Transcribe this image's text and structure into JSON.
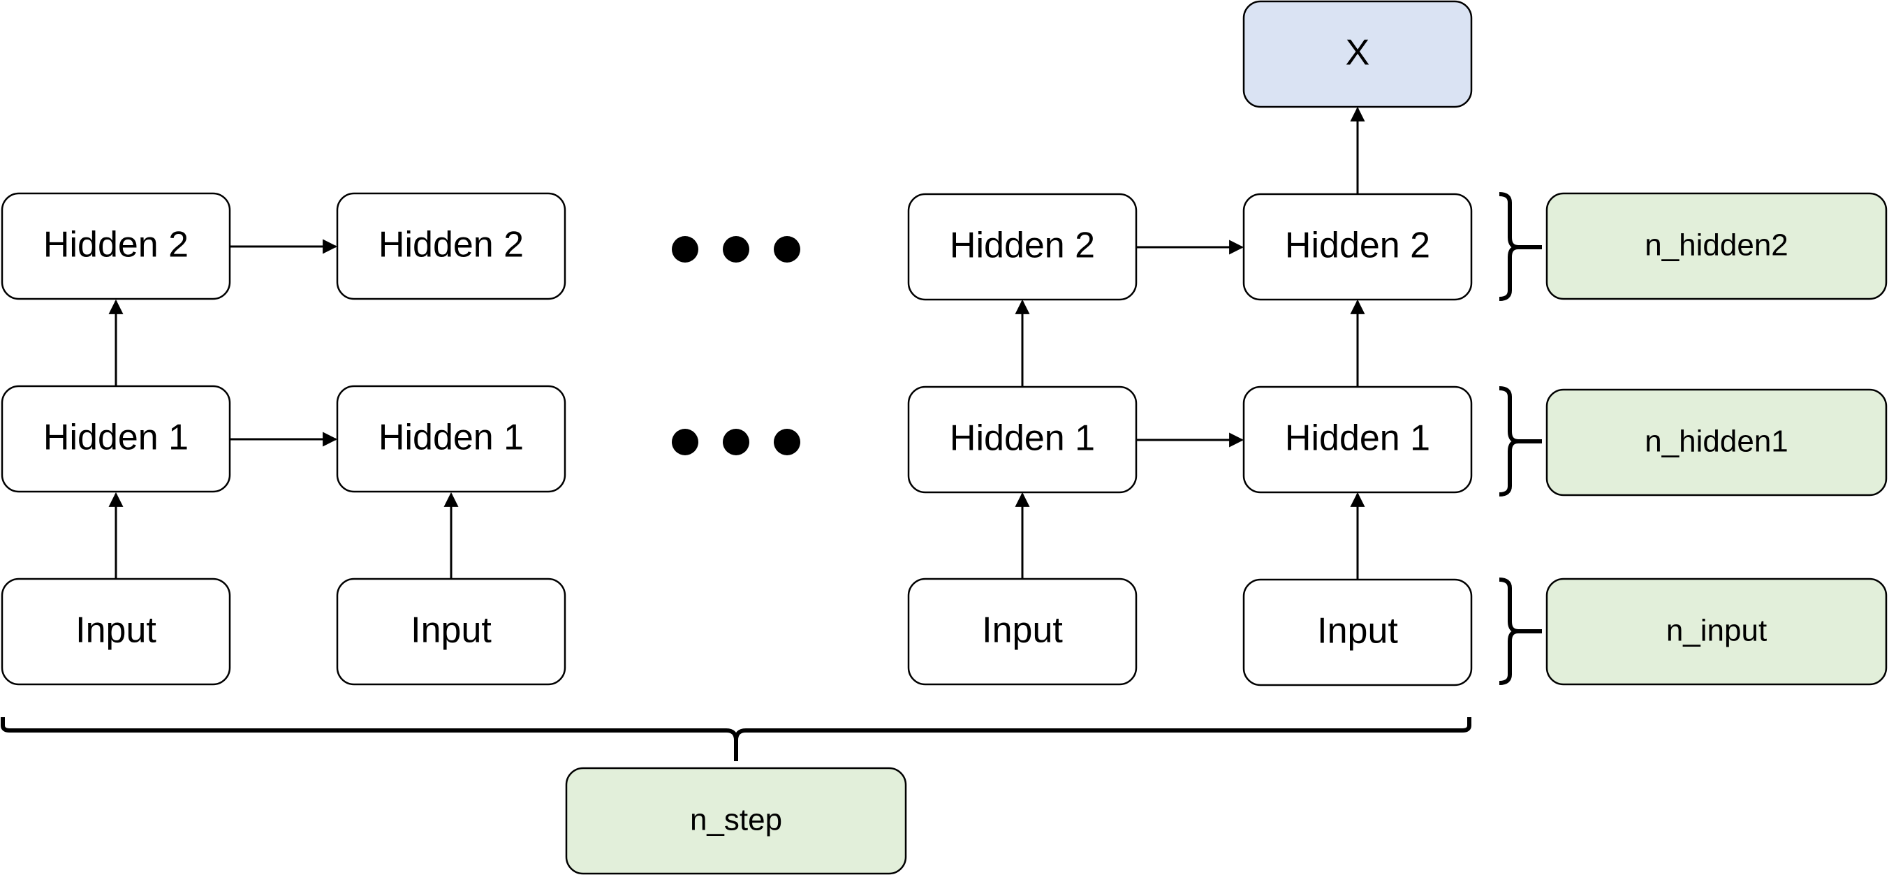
{
  "nodes": {
    "input_label": "Input",
    "hidden1_label": "Hidden 1",
    "hidden2_label": "Hidden 2",
    "output_label": "X"
  },
  "labels": {
    "n_input": "n_input",
    "n_hidden1": "n_hidden1",
    "n_hidden2": "n_hidden2",
    "n_step": "n_step"
  },
  "colors": {
    "node_fill": "#ffffff",
    "output_fill": "#dae3f3",
    "label_fill": "#e2efda",
    "stroke": "#000000"
  }
}
